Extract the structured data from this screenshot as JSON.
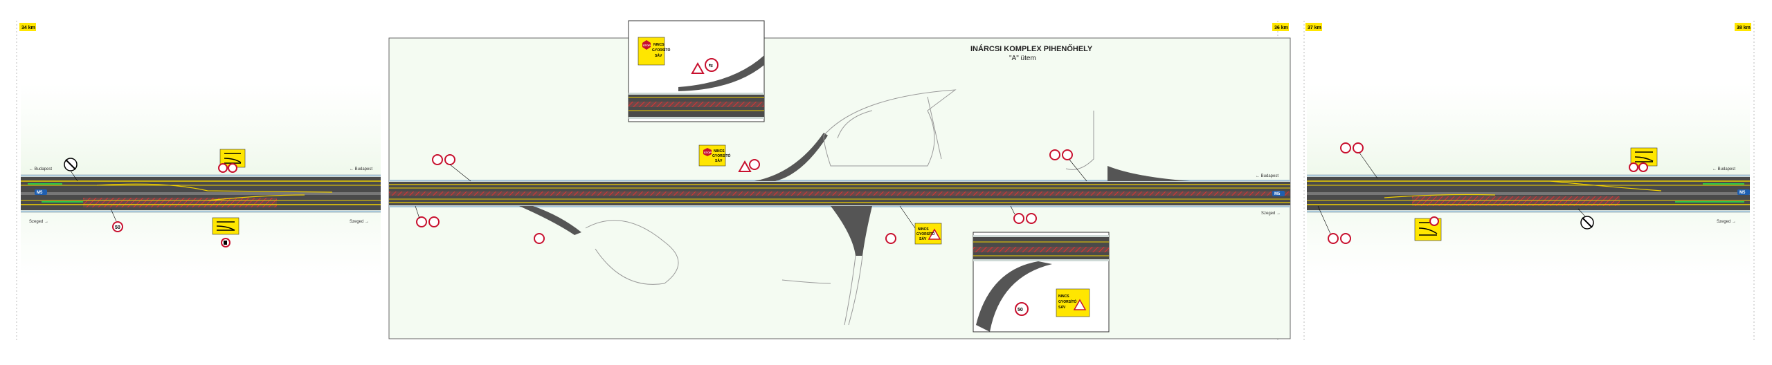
{
  "km_markers": [
    "34 km",
    "36 km",
    "37 km",
    "38 km"
  ],
  "rest_area": {
    "title": "INÁRCSI KOMPLEX PIHENŐHELY",
    "subtitle": "\"A\" ütem"
  },
  "directions": {
    "budapest": "← Budapest",
    "szeged": "Szeged →"
  },
  "motorway_shield": "M5",
  "signs": {
    "stop_text": "STOP",
    "closed_lane_text": [
      "NINCS",
      "GYORSÍTÓ",
      "SÁV"
    ],
    "speed_limit": "50",
    "overtaking": "⇆"
  },
  "colors": {
    "road": "#4a4a4a",
    "lane_yellow": "#f2d100",
    "marking_red": "#c8102e",
    "sign_yellow": "#ffe600",
    "shield_blue": "#1f5fb0",
    "green_edge": "#2cc84a"
  }
}
